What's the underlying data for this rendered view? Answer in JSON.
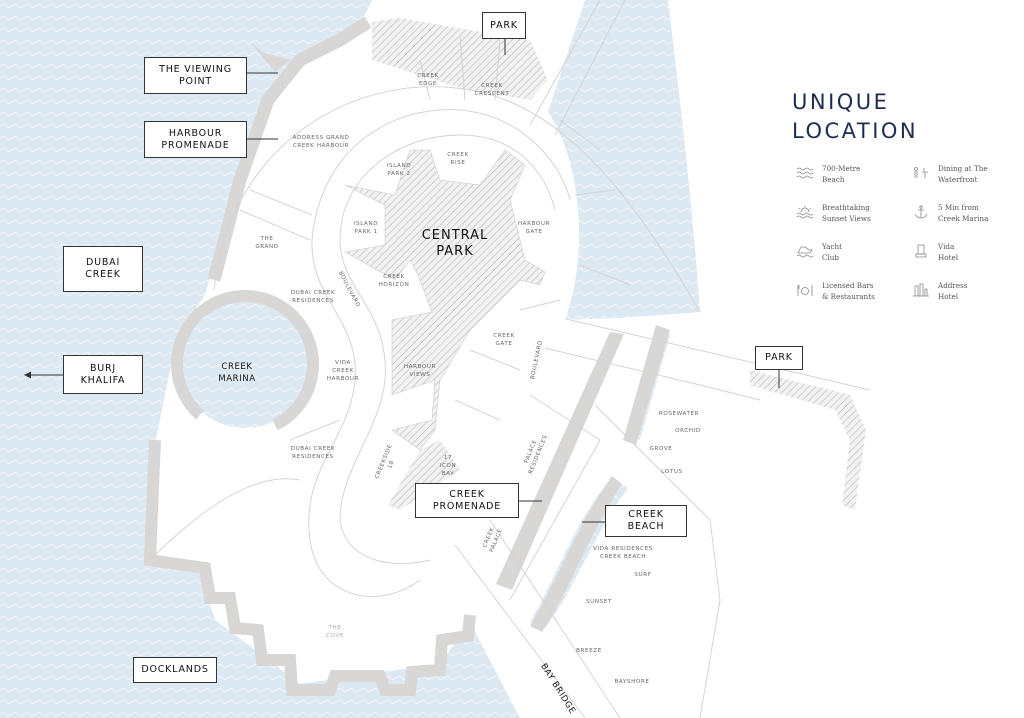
{
  "title": {
    "line1": "UNIQUE",
    "line2": "LOCATION"
  },
  "colors": {
    "water": "#dce8f2",
    "promenade": "#d9d6d6",
    "navy": "#1d2b4f",
    "road": "#d4d4d4"
  },
  "legend": [
    {
      "icon": "waves-icon",
      "line1": "700-Metre",
      "line2": "Beach"
    },
    {
      "icon": "dining-icon",
      "line1": "Dining at The",
      "line2": "Waterfront"
    },
    {
      "icon": "sunset-icon",
      "line1": "Breathtaking",
      "line2": "Sunset Views"
    },
    {
      "icon": "anchor-icon",
      "line1": "5 Min from",
      "line2": "Creek Marina"
    },
    {
      "icon": "yacht-icon",
      "line1": "Yacht",
      "line2": "Club"
    },
    {
      "icon": "hotel-icon",
      "line1": "Vida",
      "line2": "Hotel"
    },
    {
      "icon": "bar-icon",
      "line1": "Licensed Bars",
      "line2": "& Restaurants"
    },
    {
      "icon": "tower-icon",
      "line1": "Address",
      "line2": "Hotel"
    }
  ],
  "callouts": {
    "park_top": "PARK",
    "viewing_point": {
      "line1": "THE VIEWING",
      "line2": "POINT"
    },
    "harbour_promenade": {
      "line1": "HARBOUR",
      "line2": "PROMENADE"
    },
    "dubai_creek": {
      "line1": "DUBAI",
      "line2": "CREEK"
    },
    "burj_khalifa": {
      "line1": "BURJ",
      "line2": "KHALIFA"
    },
    "docklands": "DOCKLANDS",
    "creek_promenade": {
      "line1": "CREEK",
      "line2": "PROMENADE"
    },
    "creek_beach": {
      "line1": "CREEK",
      "line2": "BEACH"
    },
    "park_right": "PARK"
  },
  "map_labels": {
    "central_park": [
      "CENTRAL",
      "PARK"
    ],
    "creek_marina": [
      "CREEK",
      "MARINA"
    ],
    "creek_edge": [
      "CREEK",
      "EDGE"
    ],
    "creek_crescent": [
      "CREEK",
      "CRESCENT"
    ],
    "address_grand": [
      "ADDRESS GRAND",
      "CREEK HARBOUR"
    ],
    "island_park_2": [
      "ISLAND",
      "PARK 2"
    ],
    "creek_rise": [
      "CREEK",
      "RISE"
    ],
    "island_park_1": [
      "ISLAND",
      "PARK 1"
    ],
    "harbour_gate": [
      "HARBOUR",
      "GATE"
    ],
    "the_grand": [
      "THE",
      "GRAND"
    ],
    "creek_horizon": [
      "CREEK",
      "HORIZON"
    ],
    "dubai_creek_res_1": [
      "DUBAI CREEK",
      "RESIDENCES"
    ],
    "boulevard_1": "BOULEVARD",
    "creek_gate": [
      "CREEK",
      "GATE"
    ],
    "boulevard_2": "BOULEVARD",
    "vida_creek_harbour": [
      "VIDA",
      "CREEK",
      "HARBOUR"
    ],
    "harbour_views": [
      "HARBOUR",
      "VIEWS"
    ],
    "dubai_creek_res_2": [
      "DUBAI CREEK",
      "RESIDENCES"
    ],
    "creekside_18": [
      "CREEKSIDE",
      "18"
    ],
    "icon_bay": [
      "17",
      "ICON",
      "BAY"
    ],
    "palace_residences": [
      "PALACE",
      "RESIDENCES"
    ],
    "creek_palace": [
      "CREEK",
      "PALACE"
    ],
    "vida_res_creek_beach": [
      "VIDA RESIDENCES",
      "CREEK BEACH"
    ],
    "surf": "SURF",
    "sunset": "SUNSET",
    "breeze": "BREEZE",
    "bayshore": "BAYSHORE",
    "rosewater": "ROSEWATER",
    "orchid": "ORCHID",
    "grove": "GROVE",
    "lotus": "LOTUS",
    "the_cove": [
      "THE",
      "COVE"
    ],
    "bay_bridge": "BAY BRIDGE"
  }
}
